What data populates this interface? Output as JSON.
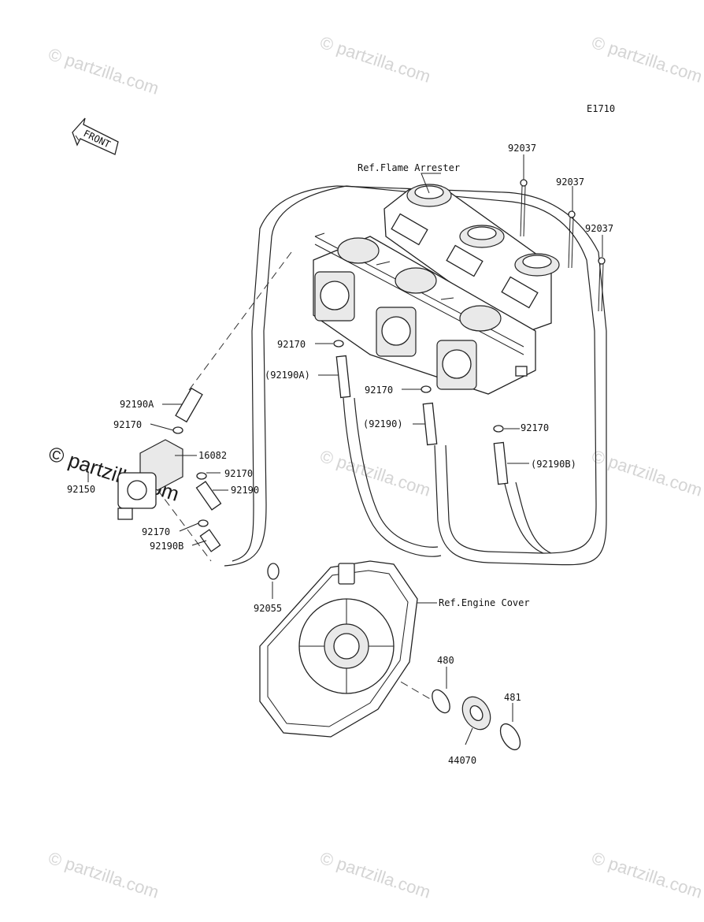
{
  "diagram_code": "E1710",
  "front_label": "FRONT",
  "refs": {
    "flame_arrester": "Ref.Flame Arrester",
    "engine_cover": "Ref.Engine Cover"
  },
  "parts": {
    "p92037_a": "92037",
    "p92037_b": "92037",
    "p92037_c": "92037",
    "p92170_top": "92170",
    "p92190A_paren": "(92190A)",
    "p92170_mid": "92170",
    "p92190_paren": "(92190)",
    "p92170_right": "92170",
    "p92190B_paren": "(92190B)",
    "p92190A": "92190A",
    "p92170_left": "92170",
    "p16082": "16082",
    "p92150": "92150",
    "p92170_valve1": "92170",
    "p92190": "92190",
    "p92170_valve2": "92170",
    "p92190B": "92190B",
    "p92055": "92055",
    "p480": "480",
    "p481": "481",
    "p44070": "44070"
  },
  "watermark": "© partzilla.com"
}
